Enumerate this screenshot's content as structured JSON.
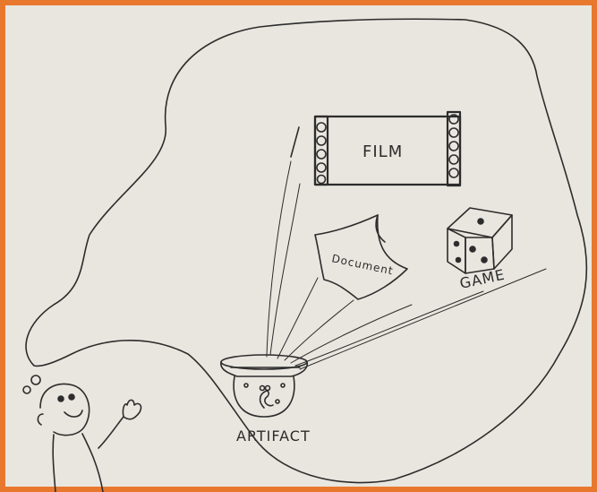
{
  "labels": {
    "film": "FILM",
    "document": "Document",
    "game": "GAME",
    "artifact": "ARTIFACT"
  },
  "colors": {
    "frame": "#e8782e",
    "paper": "#e9e6df",
    "ink": "#2c2c2c"
  }
}
